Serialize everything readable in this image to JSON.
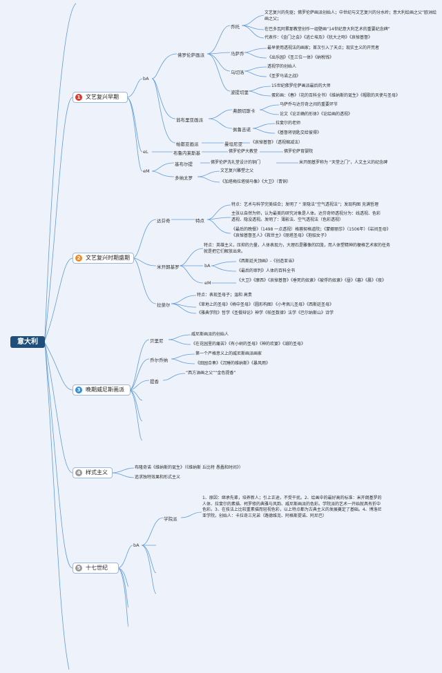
{
  "root": "意大利",
  "colors": {
    "wire": "#5f9ad6",
    "badge_red": "#e0392b",
    "badge_orange": "#f08a24",
    "badge_blue": "#2f8fd8",
    "badge_gray": "#9a9a9a",
    "root_bg": "#1f4e7a"
  },
  "sections": [
    {
      "num": "1",
      "label": "文艺复兴早期"
    },
    {
      "num": "2",
      "label": "文艺复兴时期盛期"
    },
    {
      "num": "3",
      "label": "晚期威尼斯画派"
    },
    {
      "num": "4",
      "label": "样式主义"
    },
    {
      "num": "5",
      "label": "十七世纪"
    }
  ],
  "s1": {
    "bA": "bA",
    "eL": "eL",
    "eM": "eM",
    "florence": "佛罗伦萨画派",
    "giotto": "乔托",
    "giotto_1": "文艺复兴的先驱；佛罗伦萨画派创始人；中世纪与文艺复兴的分水岭；意大利绘画之父”欧洲绘画之父；",
    "giotto_2": "在巴多瓦阿累那教堂创作一组壁画“14世纪意大利艺术的重要纪念碑”",
    "giotto_3": "代表作：《金门之会》《逃亡埃及》《犹大之吻》《哀悼基督》",
    "masaccio": "马萨乔",
    "masaccio_1": "最早使用透视法的画家；首次引入了天点；现实主义的开荒者",
    "masaccio_2": "《出乐园》《圣三位一体》《纳税钱》",
    "uccello": "乌切洛",
    "uccello_1": "透视学的创始人",
    "uccello_2": "《圣罗马诺之战》",
    "botticelli": "波提切里",
    "botticelli_1": "15世纪佛罗伦萨画派最后的大师",
    "botticelli_2": "蛋彩画：《春》（花的百科全书）《维纳斯的诞生》《帽歌的天使与圣母》",
    "umbria": "翁布里亚画派",
    "francesca": "弗朗切斯卡",
    "francesca_1": "马萨乔与达芬奇之间的重要环节",
    "francesca_2": "论文《论正确的形体》《论绘画的透视》",
    "perugino": "佩鲁吉诺",
    "perugino_1": "拉斐尔的老师",
    "perugino_2": "《基督将钥匙交给彼得》",
    "padua": "帕都亚画派",
    "mantegna": "曼坦尼亚",
    "mantegna_1": "《哀悼基督》（透视缩减法）",
    "netherlands": "布鲁内莱斯基",
    "netherlands_1": "佛罗伦萨大教堂",
    "netherlands_2": "佛罗伦萨育婴院",
    "ghiberti": "基布尔提",
    "ghiberti_1": "佛罗伦萨洗礼堂设计的铜门",
    "ghiberti_2": "米开朗基罗称为 “天堂之门”，人文主义的纪念碑",
    "donatello": "多纳太罗",
    "donatello_1": "文艺复兴雕塑之父",
    "donatello_2": "《加塔梅拉塔骑马像》《大卫》（青铜）"
  },
  "s2": {
    "davinci": "达芬奇",
    "feature": "特点",
    "davinci_1": "特点：艺术与科学完美结合；发明了 “ 渐隐法”空气透视法”；发现构图 充满哲理",
    "davinci_2": "主张以自然为师，认为最美的研究对象是人体。达芬奇师透视分为：线透视、色彩透视、隐没透视。发明了：薄影法、空气透视法（色彩透视）",
    "davinci_3": "《最后的晚餐》（1498 一点透视）格蓉契格道院；《蒙娜丽莎》（1506年）《岩间圣母》《哀悼基督圣人》《救世主》《丽塔圣母》《抱貂女子》",
    "michelangelo": "米开朗基罗",
    "michelangelo_1": "特点：英雄主义，压抑的力量，人体表现力，大理石是雕像的囚笼，而人体塑精神的梗格艺术家的任务就是把它们解放出来。",
    "bA": "bA",
    "eM": "eM",
    "michelangelo_2": "《西斯廷天顶画》-《创造亚当》",
    "michelangelo_3": "《最后的审判》人体的百科全书",
    "michelangelo_4": "《大卫》《摩西》《哀悼基督》《垂死的奴隶》《被俘的奴隶》《昼》《暮》《晨》《夜》",
    "raphael": "拉斐尔",
    "raphael_1": "特点：表现圣母子；温和 高贵",
    "raphael_2": "《草地上的圣母》《椅中圣母》（圆形构图）《小考佩儿圣母》《西斯廷圣母》",
    "raphael_3": "《雅典学院》哲学《圣餐辩论》神学《帕圣数律》法学《巴尔纳斯山》诗学"
  },
  "s3": {
    "bellini": "贝里尼",
    "bellini_1": "威尼斯画派的创始人",
    "bellini_2": "《在花园里的痛苦》《有小树的圣母》《神的欢宴》《湖的圣母》",
    "giorgione": "乔尔乔纳",
    "giorgione_1": "第一个严格意义上的威尼斯画派画家",
    "giorgione_2": "《田园合奏》《沉睡的维纳斯》《暴风雨》",
    "titian": "提香",
    "titian_1": "“西方油画之父”“金色提香”"
  },
  "s4": {
    "item_1": "布隆奇诺《维纳斯的诞生》（《维纳斯 丘比特 愚蠢和时间》）",
    "item_2": "追求独特效果和形式主义"
  },
  "s5": {
    "bA": "bA",
    "academy": "学院派",
    "academy_1": "1、原因：继承先辈，培养新人；引上正途，不受干扰。2、绘画中的最好高的标准：米开朗基罗的人体、拉斐尔的素描、柯罗修的典雅与风韵、威尼斯画派的色彩。学院派的艺术一开始就具有折中色彩。3、在技法上比较重素描而轻视色彩，以上特点都为古典主义的发展奠定了基础。4、博洛尼亚学院，创始人：卡拉奇三兄弟（路德维克、阿格斯提诺、阿尼巴）"
  }
}
